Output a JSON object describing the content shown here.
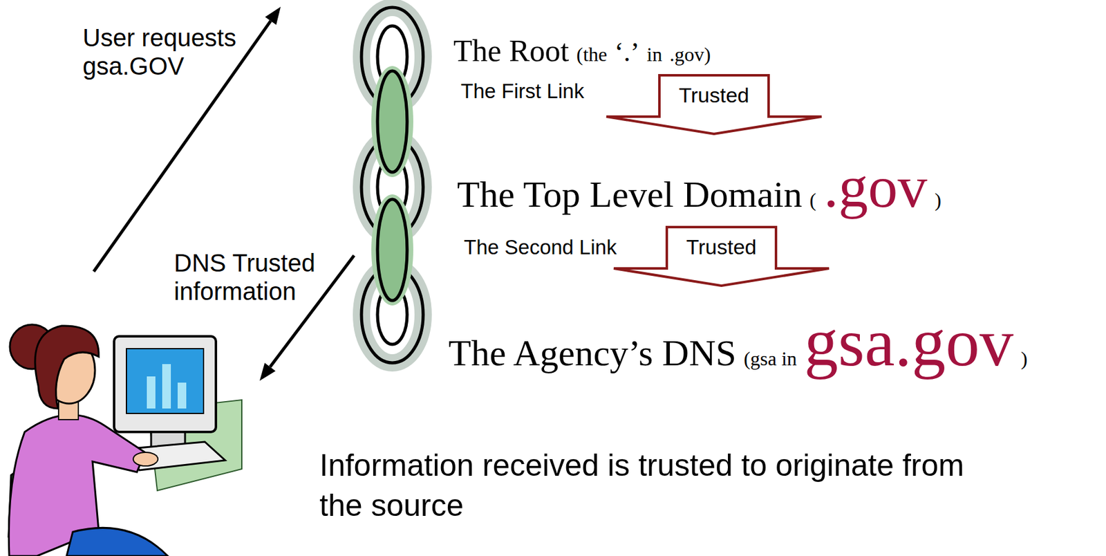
{
  "diagram": {
    "nodes": [
      {
        "text": [
          "Trusted"
        ]
      },
      {
        "text": [
          "Trusted"
        ]
      }
    ],
    "labels": [
      "User requests gsa.GOV",
      "The Root",
      "(the",
      "‘.’",
      "in",
      ".gov)",
      "The First Link",
      "The Top Level Domain",
      "(",
      ".gov",
      ")",
      "The Second Link",
      "The Agency’s DNS",
      "(gsa in",
      "gsa.gov",
      ")",
      "DNS Trusted information",
      "Information received is trusted to originate from the source"
    ]
  }
}
